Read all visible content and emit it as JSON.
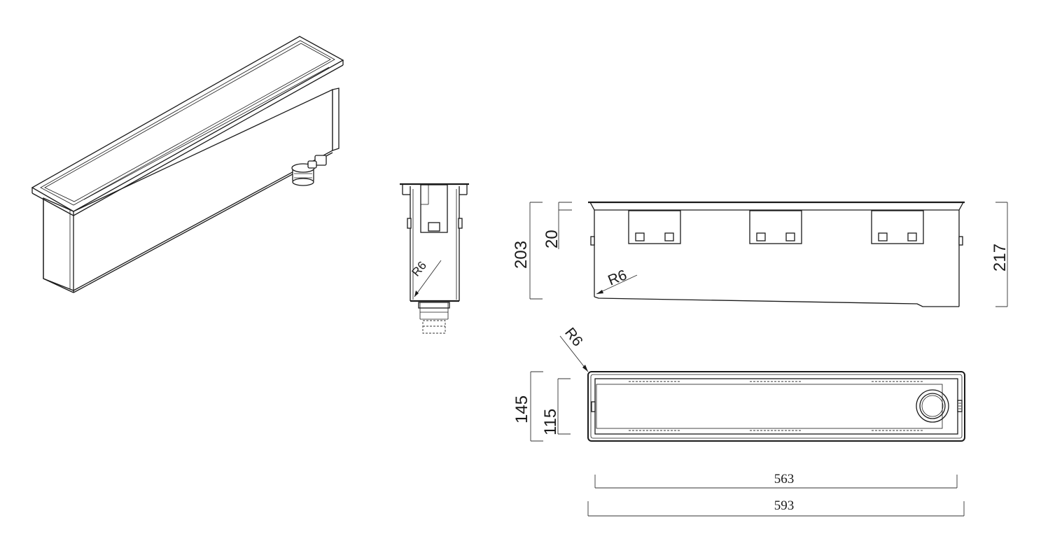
{
  "dimensions": {
    "overall_height": "203",
    "lip_height": "20",
    "right_height": "217",
    "outer_width": "145",
    "inner_width": "115",
    "inner_length": "563",
    "outer_length": "593"
  },
  "radii": {
    "side_view": "R6",
    "front_view": "R6",
    "plan_view": "R6"
  }
}
